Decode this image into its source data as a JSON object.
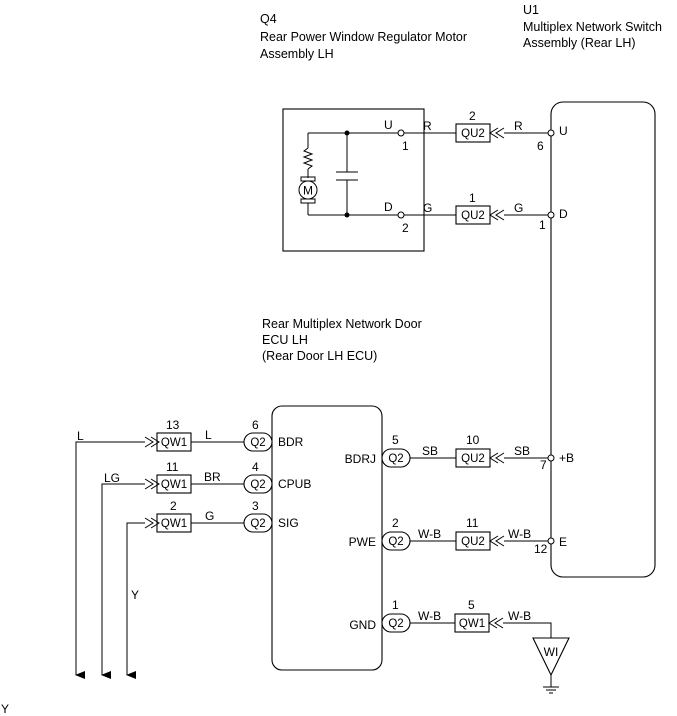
{
  "components": {
    "u1": {
      "code": "U1",
      "name_line1": "Multiplex Network Switch",
      "name_line2": "Assembly (Rear LH)"
    },
    "q4": {
      "code": "Q4",
      "name_line1": "Rear Power Window Regulator Motor",
      "name_line2": "Assembly LH"
    },
    "ecu": {
      "name_line1": "Rear Multiplex Network Door",
      "name_line2": "ECU LH",
      "name_line3": "(Rear Door LH ECU)"
    }
  },
  "motor": {
    "symbol": "M",
    "pin_u": "U",
    "pin_d": "D",
    "pin_u_num": "1",
    "pin_d_num": "2"
  },
  "switch_pins": {
    "u": {
      "name": "U",
      "num": "6"
    },
    "d": {
      "name": "D",
      "num": "1"
    },
    "b": {
      "name": "+B",
      "num": "7"
    },
    "e": {
      "name": "E",
      "num": "12"
    }
  },
  "ecu_left_pins": {
    "bdr": {
      "name": "BDR",
      "num": "6",
      "conn": "Q2"
    },
    "cpub": {
      "name": "CPUB",
      "num": "4",
      "conn": "Q2"
    },
    "sig": {
      "name": "SIG",
      "num": "3",
      "conn": "Q2"
    }
  },
  "ecu_right_pins": {
    "bdrj": {
      "name": "BDRJ",
      "num": "5",
      "conn": "Q2"
    },
    "pwe": {
      "name": "PWE",
      "num": "2",
      "conn": "Q2"
    },
    "gnd": {
      "name": "GND",
      "num": "1",
      "conn": "Q2"
    }
  },
  "connectors": {
    "qu2_top": {
      "name": "QU2",
      "num": "2"
    },
    "qu2_mid": {
      "name": "QU2",
      "num": "1"
    },
    "qu2_bdrj": {
      "name": "QU2",
      "num": "10"
    },
    "qu2_pwe": {
      "name": "QU2",
      "num": "11"
    },
    "qw1_gnd": {
      "name": "QW1",
      "num": "5"
    },
    "qw1_bdr": {
      "name": "QW1",
      "num": "13"
    },
    "qw1_cpub": {
      "name": "QW1",
      "num": "11"
    },
    "qw1_sig": {
      "name": "QW1",
      "num": "2"
    }
  },
  "wires": {
    "u_left": "R",
    "u_right": "R",
    "d_left": "G",
    "d_right": "G",
    "bdrj_left": "SB",
    "bdrj_right": "SB",
    "pwe_left": "W-B",
    "pwe_right": "W-B",
    "gnd_left": "W-B",
    "gnd_right": "W-B",
    "bdr_inner": "L",
    "bdr_outer": "L",
    "cpub_inner": "BR",
    "cpub_outer": "LG",
    "sig_inner": "G",
    "sig_outer": "Y"
  },
  "ground": {
    "label": "WI"
  },
  "footer": {
    "corner": "Y"
  }
}
